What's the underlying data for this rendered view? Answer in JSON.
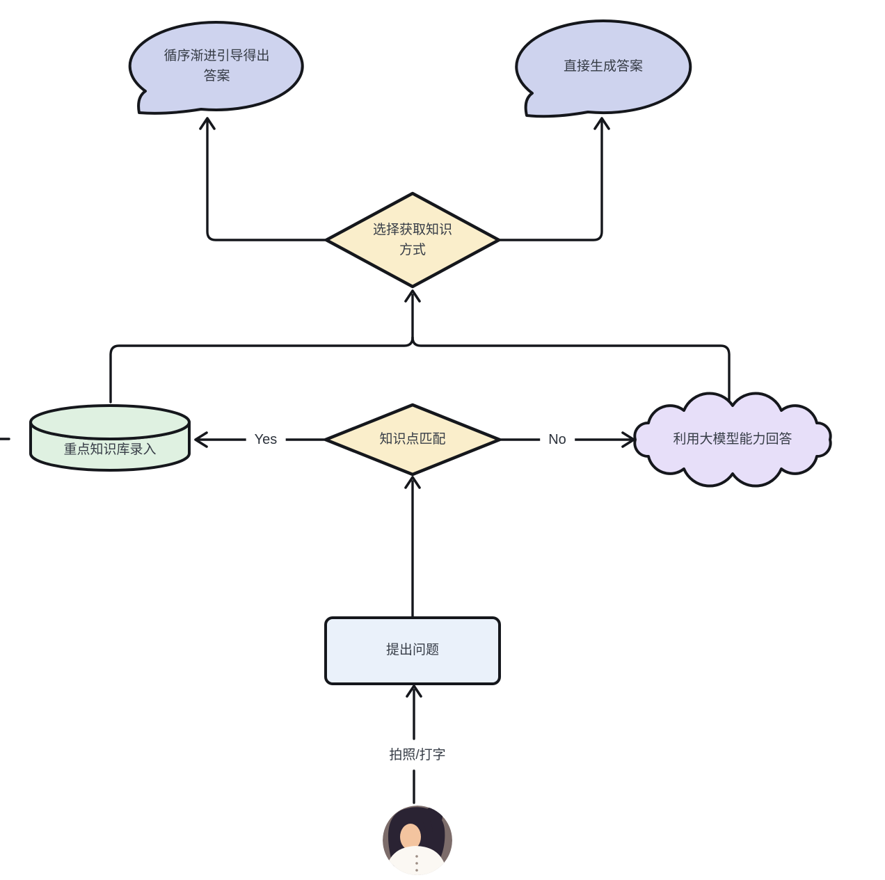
{
  "diagram": {
    "background": "#ffffff",
    "stroke_color": "#15171c",
    "text_color": "#363c46",
    "nodes": {
      "guide_bubble": {
        "label": "循序渐进引导得出答案",
        "shape": "speech-bubble",
        "fill": "#ced3ee"
      },
      "direct_bubble": {
        "label": "直接生成答案",
        "shape": "speech-bubble",
        "fill": "#ced3ee"
      },
      "choose_decision": {
        "label": "选择获取知识方式",
        "shape": "diamond",
        "fill": "#faeecb"
      },
      "knowledge_db": {
        "label": "重点知识库录入",
        "shape": "cylinder",
        "fill": "#dff1e1"
      },
      "match_decision": {
        "label": "知识点匹配",
        "shape": "diamond",
        "fill": "#faeecb"
      },
      "llm_cloud": {
        "label": "利用大模型能力回答",
        "shape": "cloud",
        "fill": "#e7dff9"
      },
      "ask_process": {
        "label": "提出问题",
        "shape": "rounded-rectangle",
        "fill": "#eaf1fa"
      },
      "input_method": {
        "label": "拍照/打字"
      },
      "user": {
        "shape": "avatar",
        "icon": "person-avatar-icon"
      }
    },
    "edges": {
      "yes_label": "Yes",
      "no_label": "No"
    }
  }
}
